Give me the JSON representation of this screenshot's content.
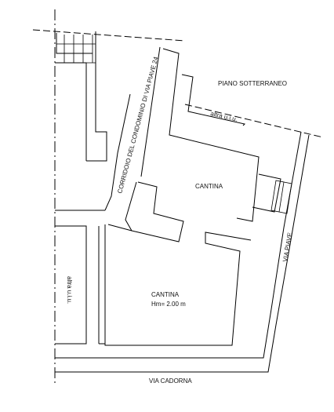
{
  "labels": {
    "piano_sotterraneo": "PIANO SOTTERRANEO",
    "altra_uiu_top": "altra u.i.u.",
    "corridoio": "CORRIDOIO DEL CONDOMINIO DI VIA PIAVE 24",
    "cantina_upper": "CANTINA",
    "cantina_lower": "CANTINA",
    "height": "Hm= 2.00 m",
    "altra_uiu_left": "altra u.i.u.",
    "via_piave": "VIA PIAVE",
    "via_cadorna": "VIA CADORNA"
  }
}
